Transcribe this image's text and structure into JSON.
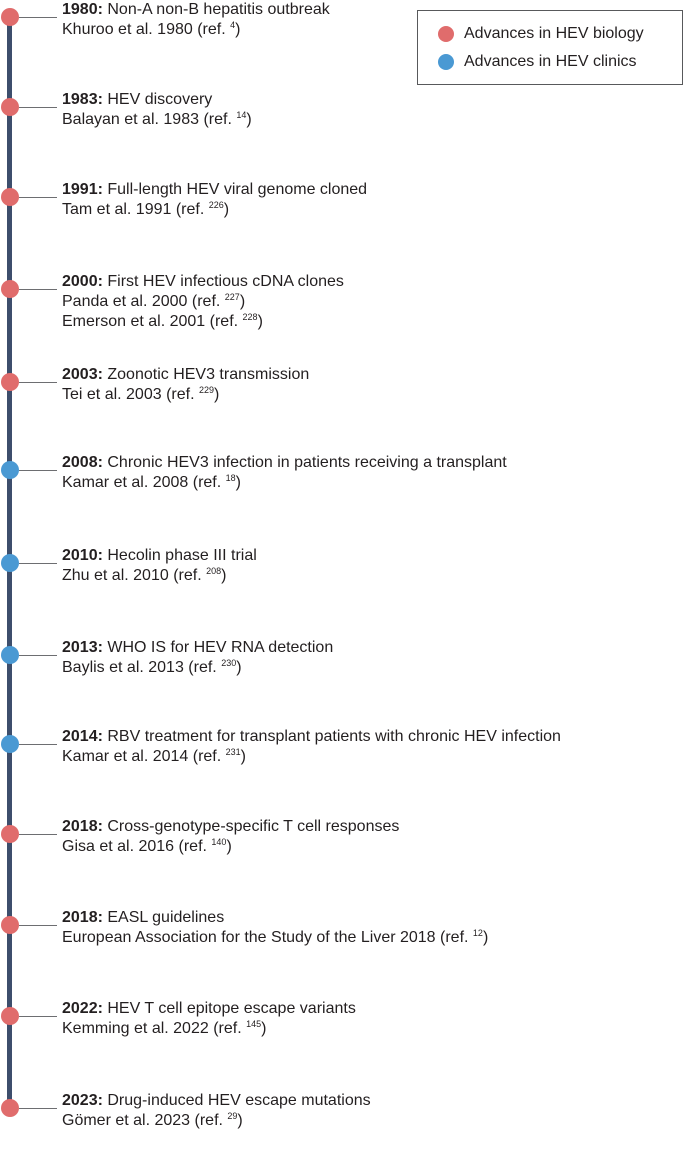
{
  "colors": {
    "biology": "#e06c6c",
    "clinics": "#4a99d3",
    "spine": "#3d4e6c",
    "connector": "#6d6e71"
  },
  "legend": {
    "items": [
      {
        "label": "Advances in HEV biology",
        "category": "biology",
        "color": "#e06c6c"
      },
      {
        "label": "Advances in HEV clinics",
        "category": "clinics",
        "color": "#4a99d3"
      }
    ]
  },
  "timeline": {
    "events": [
      {
        "year": "1980:",
        "title": "Non-A non-B hepatitis outbreak",
        "category": "biology",
        "citations": [
          {
            "text": "Khuroo et al. 1980 (ref. ",
            "ref": "4",
            "close": ")"
          }
        ]
      },
      {
        "year": "1983:",
        "title": "HEV discovery",
        "category": "biology",
        "citations": [
          {
            "text": "Balayan et al. 1983 (ref. ",
            "ref": "14",
            "close": ")"
          }
        ]
      },
      {
        "year": "1991:",
        "title": "Full-length HEV viral genome cloned",
        "category": "biology",
        "citations": [
          {
            "text": "Tam et al. 1991 (ref. ",
            "ref": "226",
            "close": ")"
          }
        ]
      },
      {
        "year": "2000:",
        "title": "First HEV infectious cDNA clones",
        "category": "biology",
        "citations": [
          {
            "text": "Panda et al. 2000 (ref. ",
            "ref": "227",
            "close": ")"
          },
          {
            "text": "Emerson et al. 2001 (ref. ",
            "ref": "228",
            "close": ")"
          }
        ]
      },
      {
        "year": "2003:",
        "title": "Zoonotic HEV3 transmission",
        "category": "biology",
        "citations": [
          {
            "text": "Tei et al. 2003 (ref. ",
            "ref": "229",
            "close": ")"
          }
        ]
      },
      {
        "year": "2008:",
        "title": "Chronic HEV3 infection in patients receiving a transplant",
        "category": "clinics",
        "citations": [
          {
            "text": "Kamar et al. 2008 (ref. ",
            "ref": "18",
            "close": ")"
          }
        ]
      },
      {
        "year": "2010:",
        "title": "Hecolin phase III trial",
        "category": "clinics",
        "citations": [
          {
            "text": "Zhu et al. 2010 (ref. ",
            "ref": "208",
            "close": ")"
          }
        ]
      },
      {
        "year": "2013:",
        "title": "WHO IS for HEV RNA detection",
        "category": "clinics",
        "citations": [
          {
            "text": "Baylis et al. 2013 (ref. ",
            "ref": "230",
            "close": ")"
          }
        ]
      },
      {
        "year": "2014:",
        "title": "RBV treatment for transplant patients with chronic HEV infection",
        "category": "clinics",
        "citations": [
          {
            "text": "Kamar et al. 2014 (ref. ",
            "ref": "231",
            "close": ")"
          }
        ]
      },
      {
        "year": "2018:",
        "title": "Cross-genotype-specific T cell responses",
        "category": "biology",
        "citations": [
          {
            "text": "Gisa et al. 2016 (ref. ",
            "ref": "140",
            "close": ")"
          }
        ]
      },
      {
        "year": "2018:",
        "title": "EASL guidelines",
        "category": "biology",
        "citations": [
          {
            "text": "European Association for the Study of the Liver 2018 (ref. ",
            "ref": "12",
            "close": ")"
          }
        ]
      },
      {
        "year": "2022:",
        "title": "HEV T cell epitope escape variants",
        "category": "biology",
        "citations": [
          {
            "text": "Kemming et al. 2022 (ref. ",
            "ref": "145",
            "close": ")"
          }
        ]
      },
      {
        "year": "2023:",
        "title": "Drug-induced HEV escape mutations",
        "category": "biology",
        "citations": [
          {
            "text": "Gömer et al. 2023 (ref. ",
            "ref": "29",
            "close": ")"
          }
        ]
      }
    ]
  }
}
